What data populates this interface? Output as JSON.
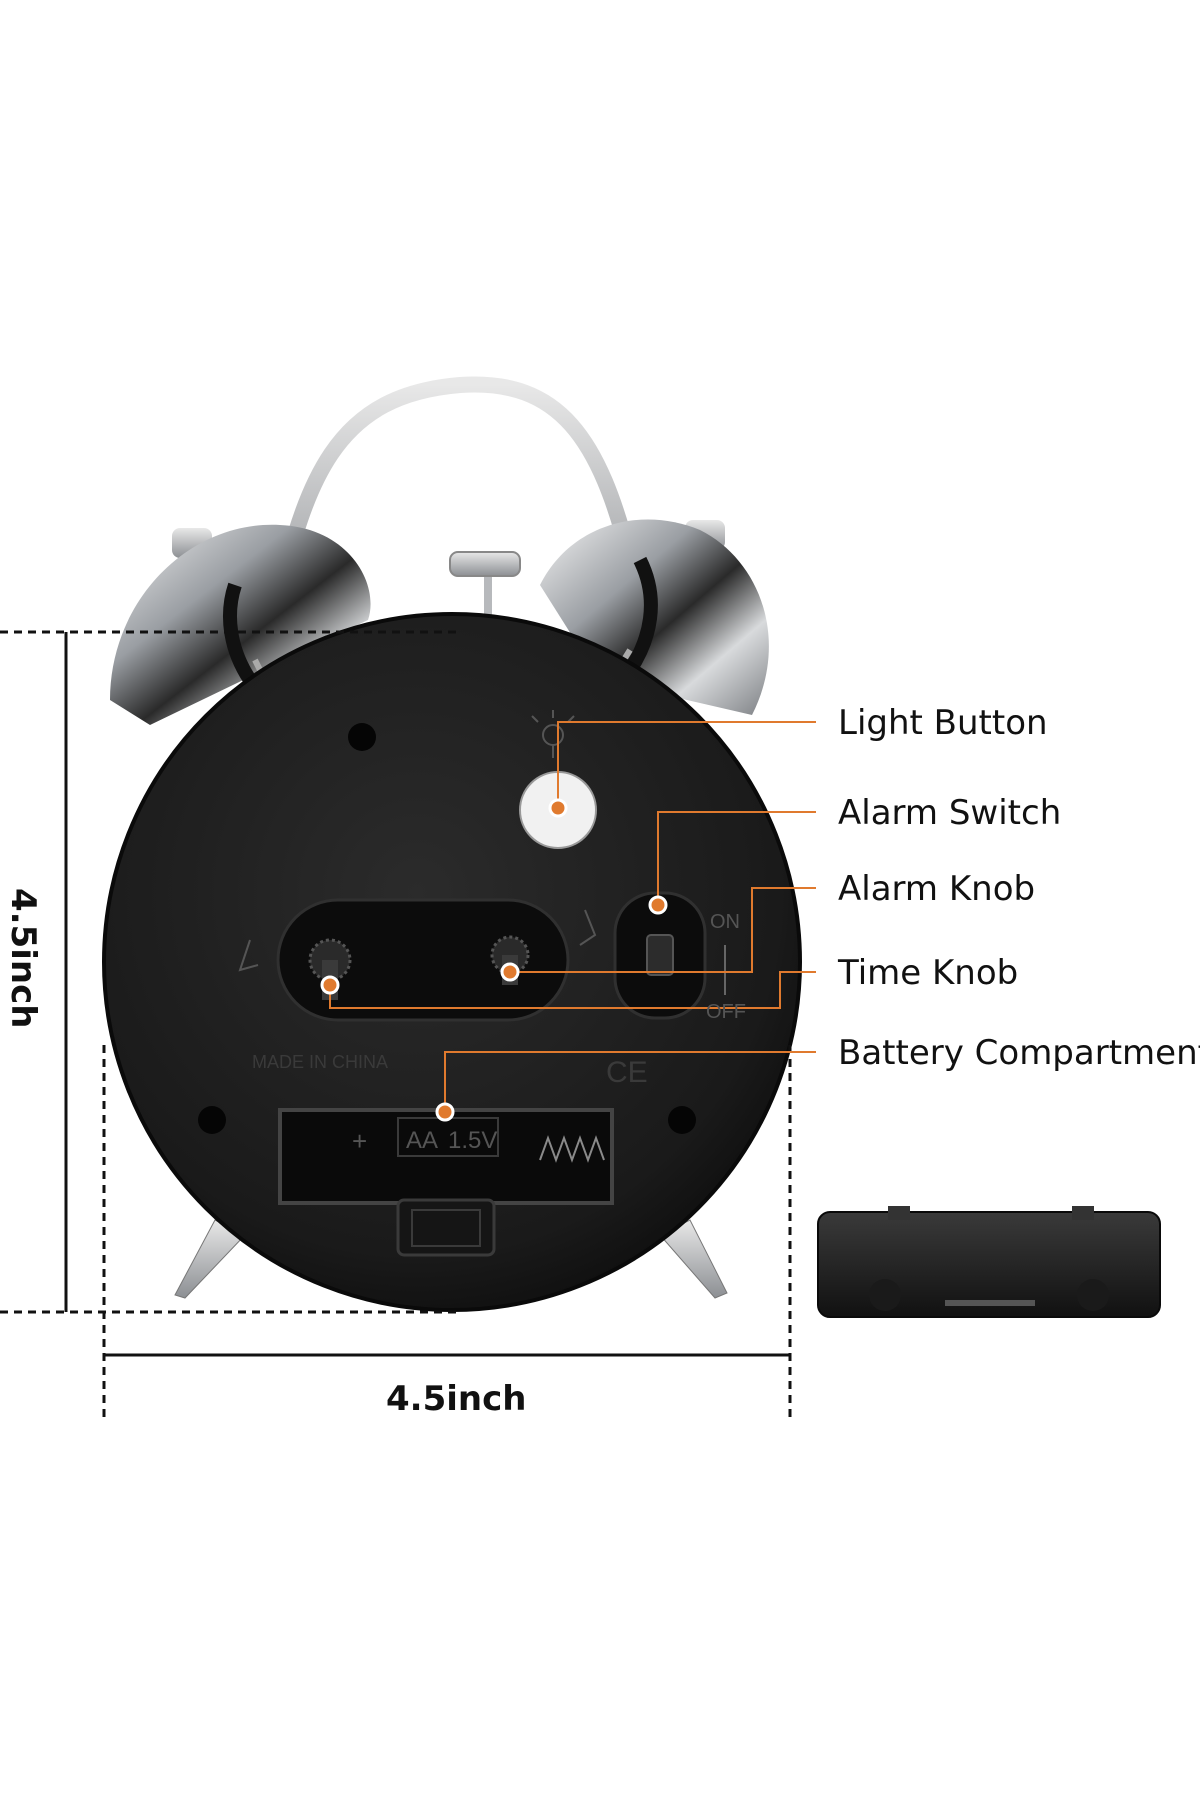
{
  "dimensions": {
    "height_label": "4.5inch",
    "width_label": "4.5inch"
  },
  "callouts": [
    {
      "id": "light",
      "label": "Light Button"
    },
    {
      "id": "alarm_switch",
      "label": "Alarm Switch"
    },
    {
      "id": "alarm_knob",
      "label": "Alarm Knob"
    },
    {
      "id": "time_knob",
      "label": "Time Knob"
    },
    {
      "id": "battery",
      "label": "Battery Compartment"
    }
  ],
  "clock_markings": {
    "made_in": "MADE IN CHINA",
    "ce_mark": "CE",
    "switch_on": "ON",
    "switch_off": "OFF",
    "battery_polarity": "+",
    "battery_type": "AA",
    "battery_voltage": "1.5V"
  },
  "colors": {
    "callout_accent": "#e07a2e",
    "clock_body": "#1c1c1c",
    "chrome": "#c9ccd0"
  }
}
